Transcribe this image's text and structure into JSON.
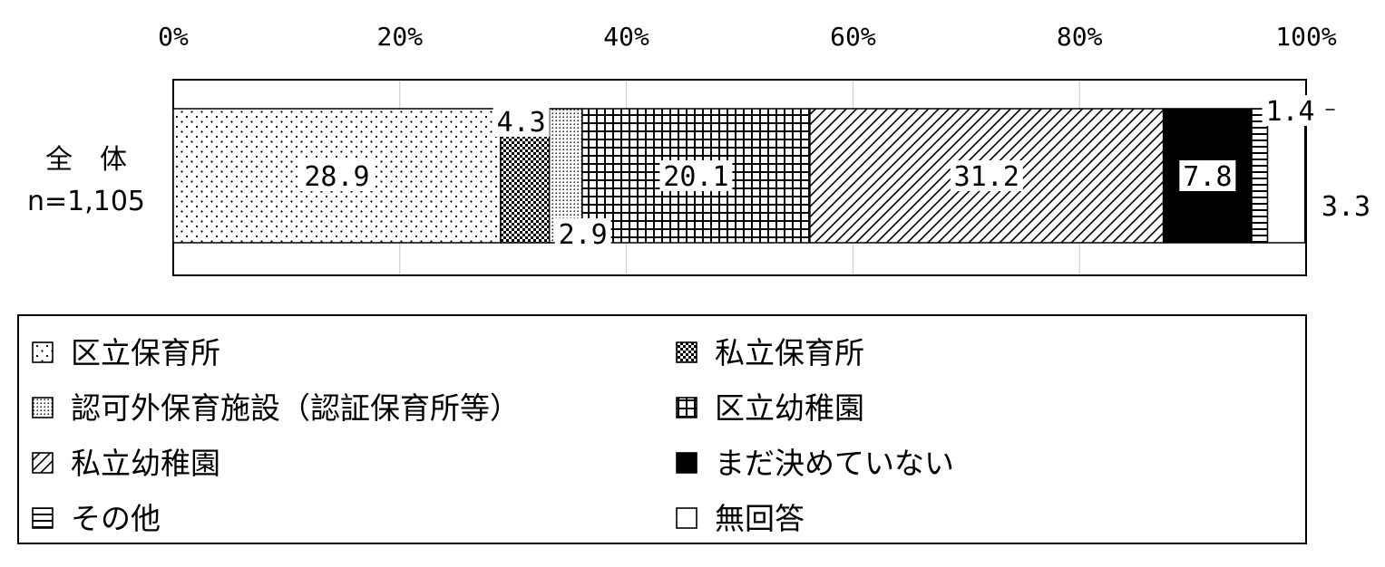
{
  "chart_data": {
    "type": "bar",
    "orientation": "horizontal",
    "stacked": true,
    "xlim": [
      0,
      100
    ],
    "x_ticks": [
      "0%",
      "20%",
      "40%",
      "60%",
      "80%",
      "100%"
    ],
    "categories": [
      {
        "name": "全　体",
        "n_label": "n=1,105"
      }
    ],
    "series": [
      {
        "name": "区立保育所",
        "values": [
          28.9
        ],
        "label": "28.9",
        "pattern": "dots"
      },
      {
        "name": "私立保育所",
        "values": [
          4.3
        ],
        "label": "4.3",
        "pattern": "checker"
      },
      {
        "name": "認可外保育施設（認証保育所等）",
        "values": [
          2.9
        ],
        "label": "2.9",
        "pattern": "finedots"
      },
      {
        "name": "区立幼稚園",
        "values": [
          20.1
        ],
        "label": "20.1",
        "pattern": "grid"
      },
      {
        "name": "私立幼稚園",
        "values": [
          31.2
        ],
        "label": "31.2",
        "pattern": "diagonal"
      },
      {
        "name": "まだ決めていない",
        "values": [
          7.8
        ],
        "label": "7.8",
        "pattern": "solid",
        "color": "#000000"
      },
      {
        "name": "その他",
        "values": [
          1.4
        ],
        "label": "1.4",
        "pattern": "hlines"
      },
      {
        "name": "無回答",
        "values": [
          3.3
        ],
        "label": "3.3",
        "pattern": "none"
      }
    ],
    "legend": "bottom",
    "legend_columns": 2,
    "grid": true
  }
}
